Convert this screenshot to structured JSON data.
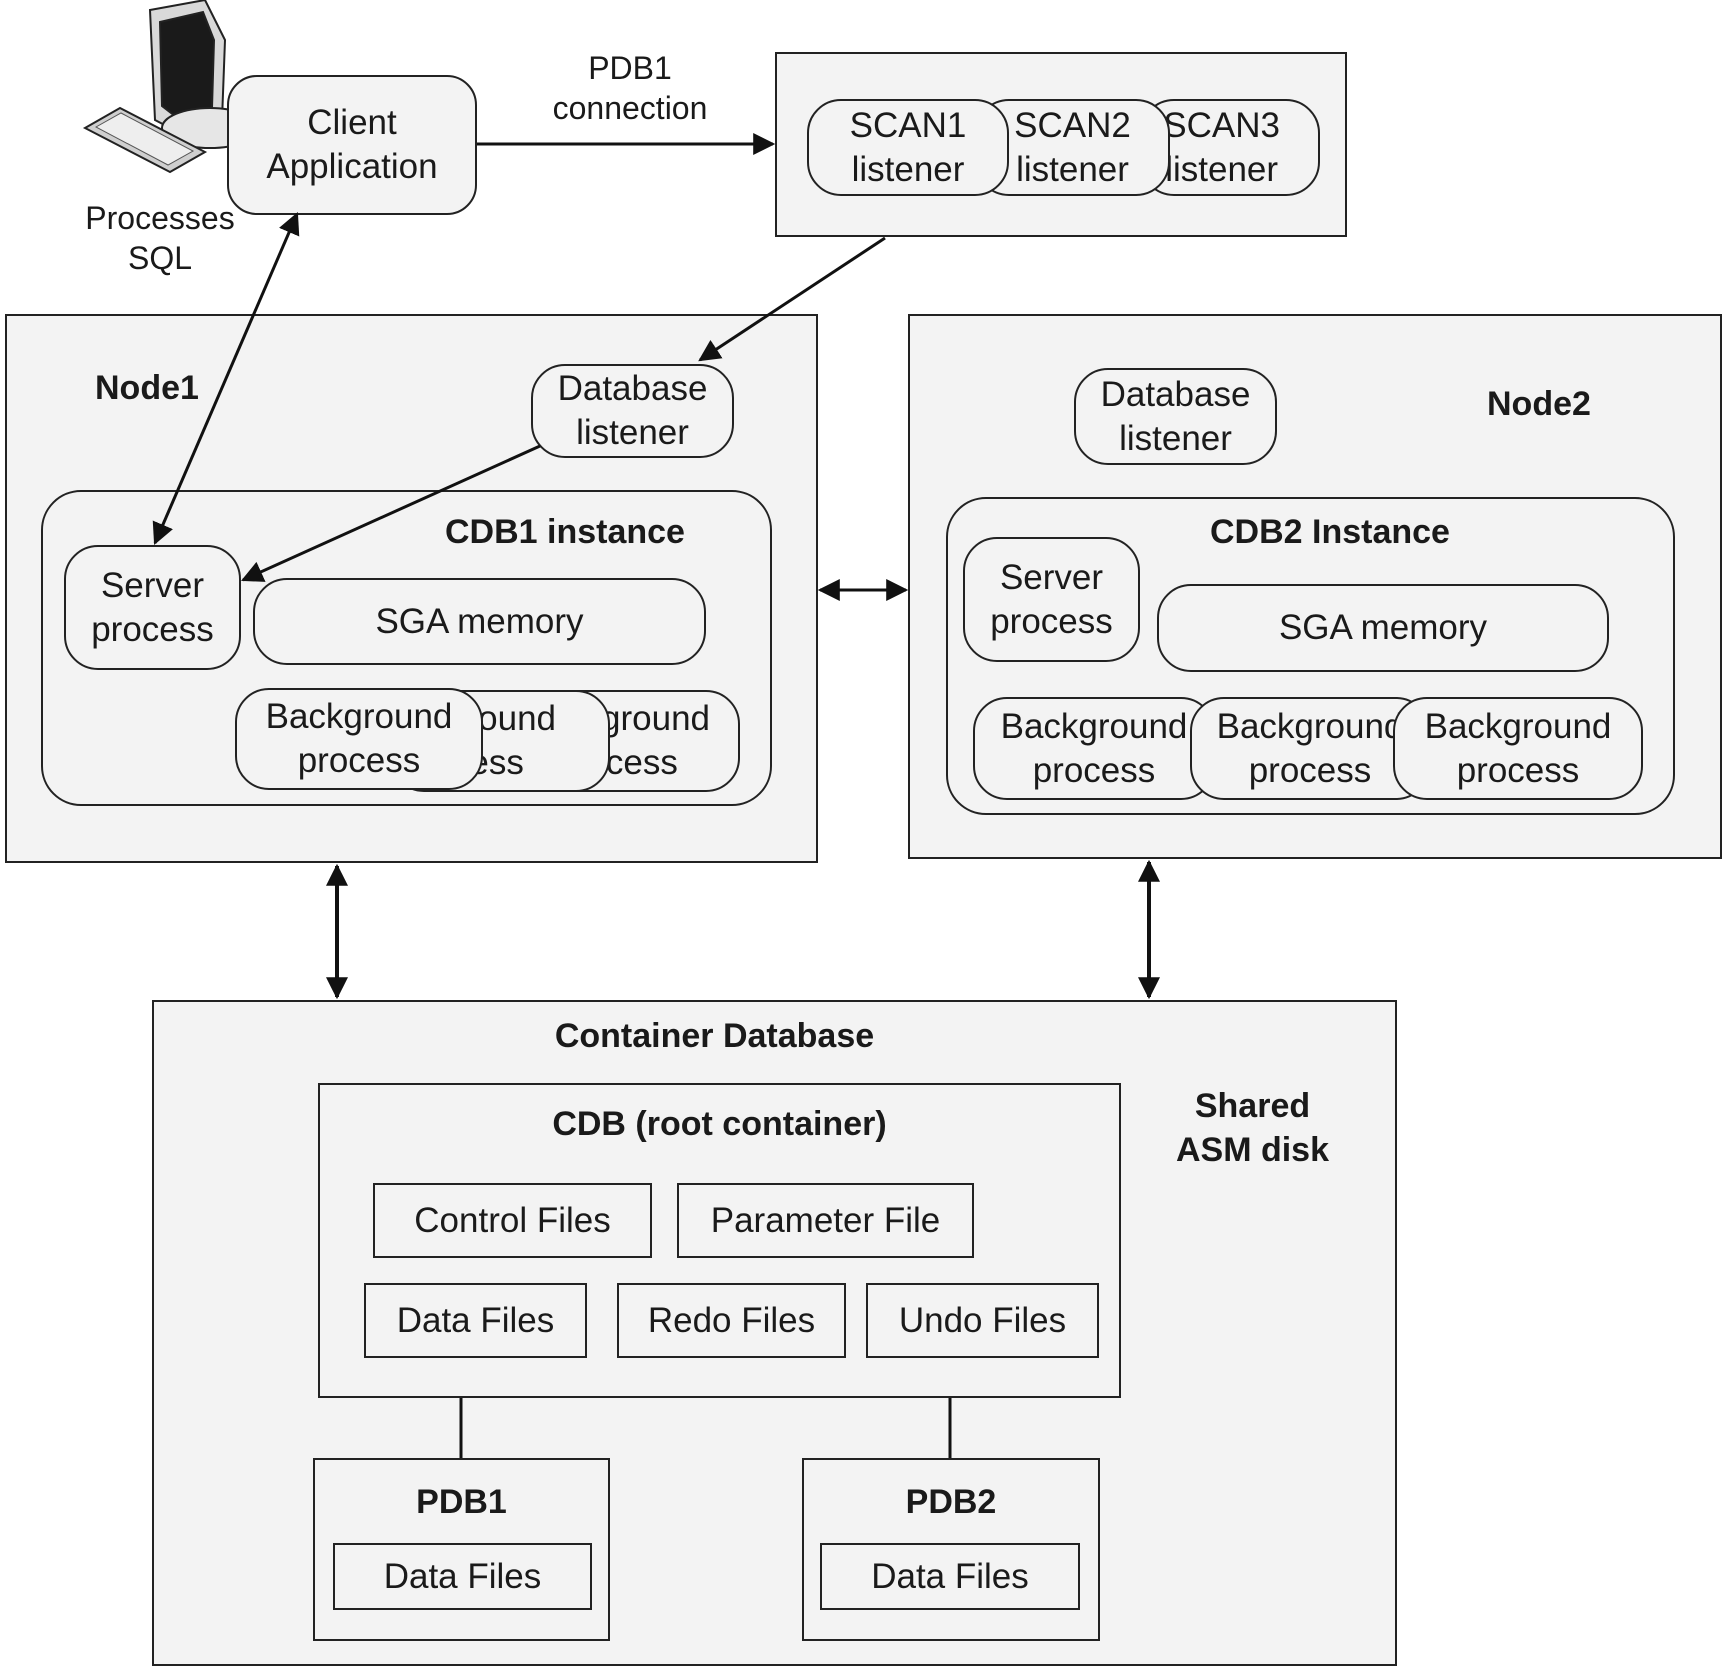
{
  "client": {
    "label": "Client\nApplication",
    "caption": "Processes\nSQL",
    "computer_icon": "desktop-computer-icon"
  },
  "connection_label": "PDB1\nconnection",
  "scan": {
    "listeners": [
      "SCAN1\nlistener",
      "SCAN2\nlistener",
      "SCAN3\nlistener"
    ]
  },
  "node1": {
    "title": "Node1",
    "listener": "Database\nlistener",
    "instance_title": "CDB1 instance",
    "server_process": "Server\nprocess",
    "sga": "SGA memory",
    "background": [
      "Background\nprocess",
      "Background\nprocess",
      "Background\nprocess"
    ]
  },
  "node2": {
    "title": "Node2",
    "listener": "Database\nlistener",
    "instance_title": "CDB2 Instance",
    "server_process": "Server\nprocess",
    "sga": "SGA memory",
    "background": [
      "Background\nprocess",
      "Background\nprocess",
      "Background\nprocess"
    ]
  },
  "container": {
    "title": "Container Database",
    "shared_label": "Shared\nASM disk",
    "root_title": "CDB (root container)",
    "files": {
      "control": "Control Files",
      "parameter": "Parameter File",
      "data": "Data Files",
      "redo": "Redo Files",
      "undo": "Undo Files"
    },
    "pdb1": {
      "title": "PDB1",
      "files": "Data Files"
    },
    "pdb2": {
      "title": "PDB2",
      "files": "Data Files"
    }
  }
}
